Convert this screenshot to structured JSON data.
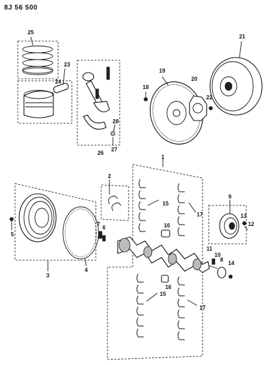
{
  "reference": "8J 56 500",
  "callouts": {
    "c1": "1",
    "c2": "2",
    "c3": "3",
    "c4": "4",
    "c5": "5",
    "c6": "6",
    "c7": "7",
    "c8": "8",
    "c9": "9",
    "c10": "10",
    "c11": "11",
    "c12": "12",
    "c13": "13",
    "c14": "14",
    "c15a": "15",
    "c15b": "15",
    "c16a": "16",
    "c16b": "16",
    "c17a": "17",
    "c17b": "17",
    "c18": "18",
    "c19": "19",
    "c20": "20",
    "c21": "21",
    "c22": "22",
    "c23": "23",
    "c24": "24",
    "c25": "25",
    "c26": "26",
    "c27": "27",
    "c28": "28"
  }
}
